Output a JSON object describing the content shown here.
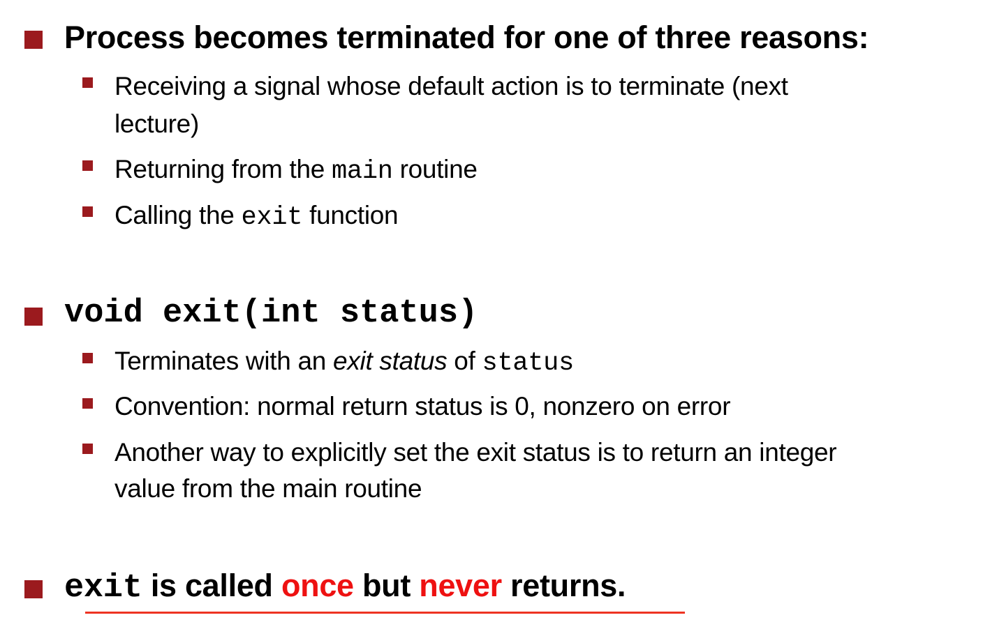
{
  "section1": {
    "heading": "Process becomes terminated for one of three reasons:",
    "items": [
      {
        "line1": "Receiving a signal whose default action is to terminate (next",
        "line2": "lecture)"
      },
      {
        "before": "Returning from the ",
        "code": "main",
        "after": " routine"
      },
      {
        "before": "Calling the ",
        "code": "exit",
        "after": " function"
      }
    ]
  },
  "section2": {
    "heading_code": "void exit(int status)",
    "items": [
      {
        "before": "Terminates with an ",
        "italic": "exit status",
        "mid": " of ",
        "code": "status"
      },
      {
        "text": "Convention: normal return status is 0, nonzero on error"
      },
      {
        "line1": "Another way to explicitly set the exit status is to return an integer",
        "line2": "value from the main routine"
      }
    ]
  },
  "section3": {
    "code": "exit",
    "text1": " is called ",
    "highlight1": "once",
    "text2": " but ",
    "highlight2": "never",
    "text3": " returns."
  },
  "colors": {
    "bullet": "#9b1a1e",
    "highlight": "#ee1111",
    "underline": "#ee3322"
  }
}
